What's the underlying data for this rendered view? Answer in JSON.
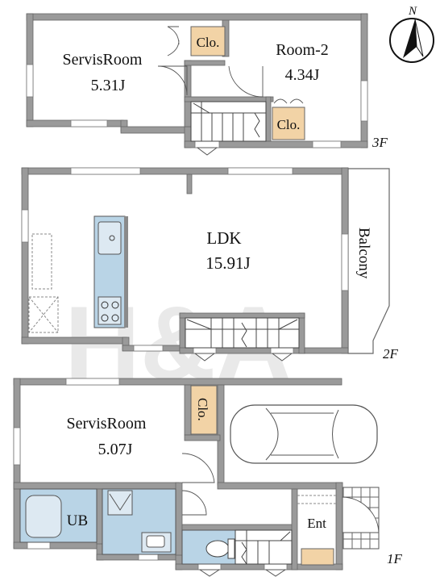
{
  "watermark": "H&A",
  "compass": {
    "label": "N"
  },
  "floor3": {
    "floor_label": "3F",
    "room_a": {
      "name": "ServisRoom",
      "size": "5.31J"
    },
    "room_b": {
      "name": "Room-2",
      "size": "4.34J"
    },
    "closet_1": "Clo.",
    "closet_2": "Clo."
  },
  "floor2": {
    "floor_label": "2F",
    "ldk": {
      "name": "LDK",
      "size": "15.91J"
    },
    "balcony": "Balcony"
  },
  "floor1": {
    "floor_label": "1F",
    "room": {
      "name": "ServisRoom",
      "size": "5.07J"
    },
    "closet": "Clo.",
    "bath": "UB",
    "entrance": "Ent"
  },
  "colors": {
    "wall": "#9a9a9a",
    "closet": "#f2d3a6",
    "wet_area": "#b9d4e6"
  }
}
